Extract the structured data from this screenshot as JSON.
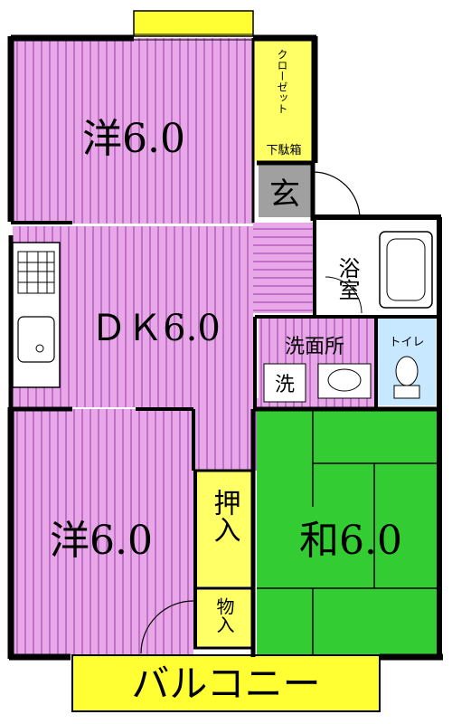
{
  "colors": {
    "western_room": "#e8a8e8",
    "stripe": "#c070c8",
    "tatami": "#33cc33",
    "storage": "#ffff66",
    "balcony": "#ffff33",
    "toilet": "#c8e8ff",
    "genkan": "#a0a0a0",
    "wall": "#000000"
  },
  "rooms": {
    "western_top": "洋6.0",
    "dk": "ＤＫ6.0",
    "western_bottom": "洋6.0",
    "washitsu": "和6.0",
    "closet": "クローゼット",
    "shoe_box": "下駄箱",
    "genkan": "玄",
    "bath": "浴室",
    "washroom": "洗面所",
    "washer": "洗",
    "toilet": "トイレ",
    "oshiire": "押入",
    "monoire": "物入",
    "balcony": "バルコニー"
  }
}
